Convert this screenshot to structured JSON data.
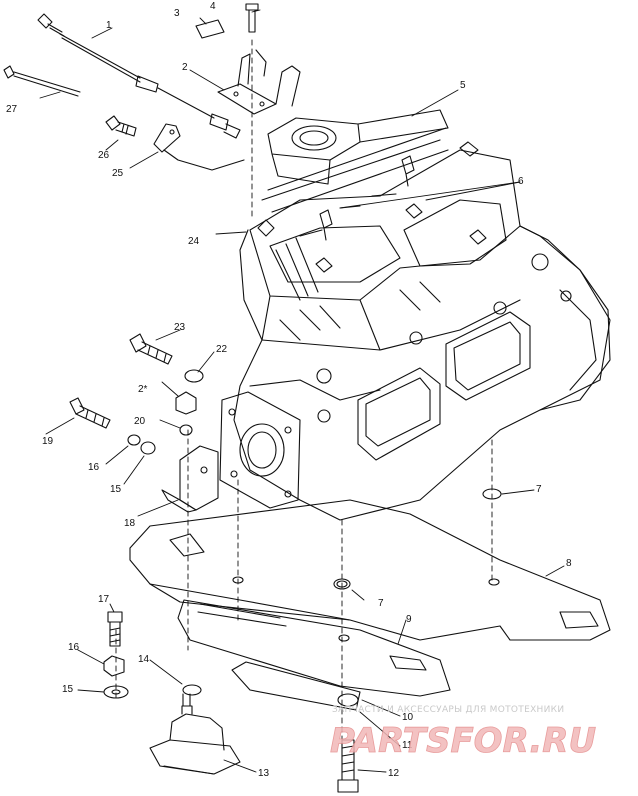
{
  "callouts": {
    "c1": "1",
    "c2a": "2",
    "c2b": "2*",
    "c3": "3",
    "c4": "4",
    "c5": "5",
    "c6": "6",
    "c7a": "7",
    "c7b": "7",
    "c8": "8",
    "c9": "9",
    "c10": "10",
    "c11": "11",
    "c12": "12",
    "c13": "13",
    "c14": "14",
    "c15a": "15",
    "c15b": "15",
    "c16a": "16",
    "c16b": "16",
    "c17": "17",
    "c18": "18",
    "c19": "19",
    "c20": "20",
    "c22": "22",
    "c23": "23",
    "c24": "24",
    "c25": "25",
    "c26": "26",
    "c27": "27"
  },
  "watermark": {
    "tagline": "ЗАПЧАСТИ И АКСЕССУАРЫ ДЛЯ МОТОТЕХНИКИ",
    "brand": "PARTSFOR.RU"
  },
  "colors": {
    "ink": "#111111",
    "watermark_text": "#c9c9c9",
    "watermark_brand": "#f2b8b8"
  }
}
